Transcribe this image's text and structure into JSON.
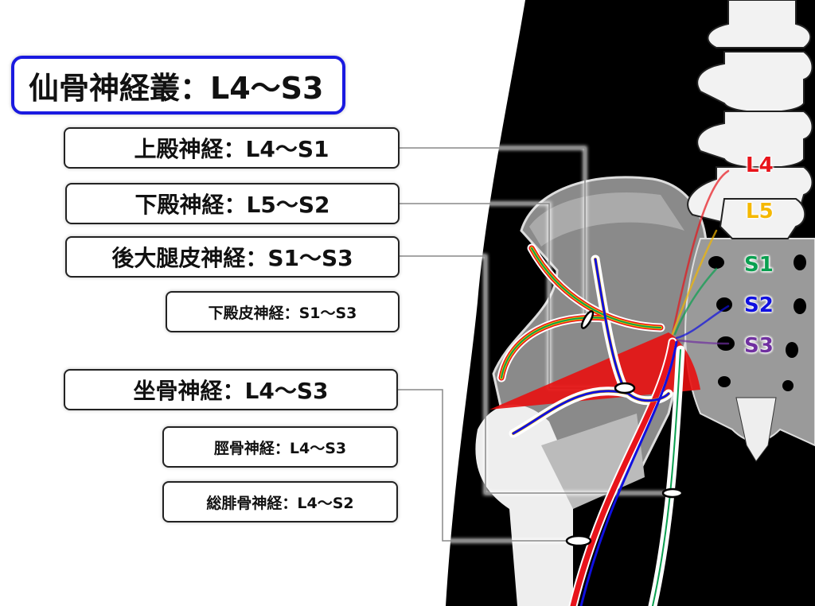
{
  "title": "仙骨神経叢：L4〜S3",
  "nerves": [
    {
      "label": "上殿神経：L4〜S1"
    },
    {
      "label": "下殿神経：L5〜S2"
    },
    {
      "label": "後大腿皮神経：S1〜S3"
    },
    {
      "label": "下殿皮神経：S1〜S3"
    },
    {
      "label": "坐骨神経：L4〜S3"
    },
    {
      "label": "脛骨神経：L4〜S3"
    },
    {
      "label": "総腓骨神経：L4〜S2"
    }
  ],
  "levels": [
    {
      "label": "L4",
      "color": "#e8141b"
    },
    {
      "label": "L5",
      "color": "#f5b800"
    },
    {
      "label": "S1",
      "color": "#0aa050"
    },
    {
      "label": "S2",
      "color": "#1010e0"
    },
    {
      "label": "S3",
      "color": "#7030a0"
    }
  ],
  "colors": {
    "title_border": "#1a1ae0",
    "muscle": "#e81010"
  }
}
